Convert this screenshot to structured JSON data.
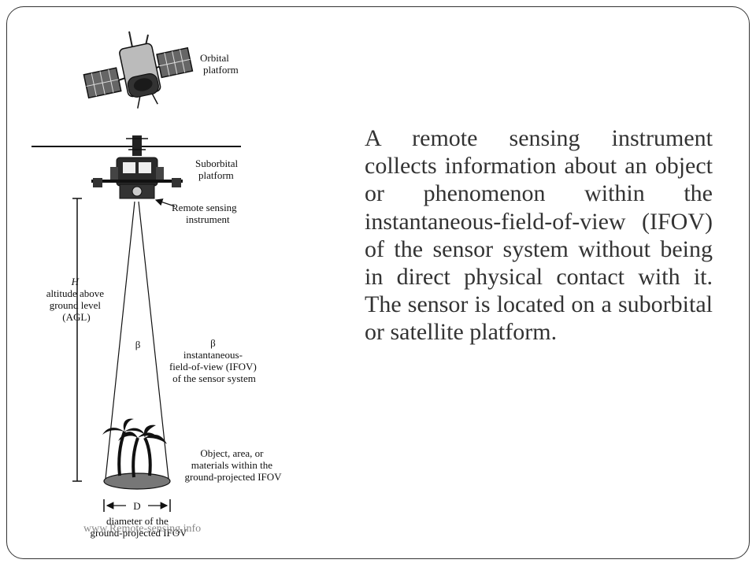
{
  "slide": {
    "body_text": "A remote sensing instrument collects information about an object or phenomenon within the instantaneous-field-of-view (IFOV) of the sensor system without being in direct physical contact with it. The sensor is located on a suborbital or satellite platform.",
    "footer": "www.Remote-sensing.info"
  },
  "diagram": {
    "orbital_label": [
      "Orbital",
      "platform"
    ],
    "suborbital_label": [
      "Suborbital",
      "platform"
    ],
    "instrument_label": [
      "Remote sensing",
      "instrument"
    ],
    "altitude_label": [
      "H",
      "altitude above",
      "ground level",
      "(AGL)"
    ],
    "beta_symbol": "β",
    "ifov_label": [
      "β",
      "instantaneous-",
      "field-of-view (IFOV)",
      "of the sensor system"
    ],
    "object_label": [
      "Object, area, or",
      "materials within the",
      "ground-projected IFOV"
    ],
    "d_label": "D",
    "diameter_label": [
      "diameter of the",
      "ground-projected IFOV"
    ]
  }
}
